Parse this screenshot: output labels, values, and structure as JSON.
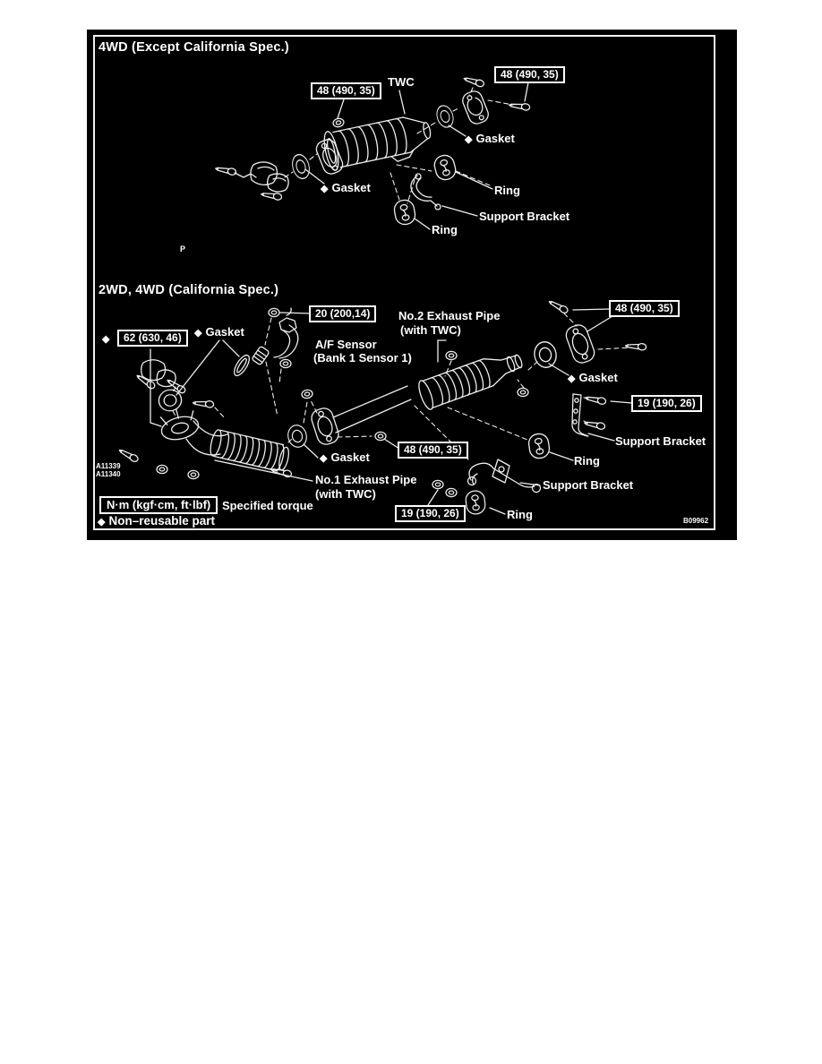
{
  "icons": {
    "diamond": "◆"
  },
  "colors": {
    "page_bg": "#ffffff",
    "panel_bg": "#000000",
    "line": "#ededed",
    "text": "#ffffff"
  },
  "top_section": {
    "title": "4WD (Except California Spec.)",
    "torque_bolt_left": "48 (490, 35)",
    "twc": "TWC",
    "torque_bolt_right": "48 (490, 35)",
    "gasket_right": "Gasket",
    "gasket_left": "Gasket",
    "ring_upper": "Ring",
    "support_bracket": "Support Bracket",
    "ring_lower": "Ring",
    "stray_mark": "P"
  },
  "bottom_section": {
    "title": "2WD, 4WD (California Spec.)",
    "torque_flange_62": "62 (630, 46)",
    "gasket_upper_left": "Gasket",
    "torque_sensor_20": "20 (200,14)",
    "af_sensor": "A/F Sensor",
    "af_sensor_sub": "(Bank 1 Sensor 1)",
    "no2_pipe": "No.2 Exhaust Pipe",
    "no2_pipe_sub": "(with TWC)",
    "torque_48_right": "48 (490, 35)",
    "gasket_right": "Gasket",
    "torque_19_right": "19 (190, 26)",
    "support_bracket_right": "Support Bracket",
    "ring_right": "Ring",
    "support_bracket_lower": "Support Bracket",
    "ring_lower": "Ring",
    "gasket_center": "Gasket",
    "no1_pipe": "No.1 Exhaust Pipe",
    "no1_pipe_sub": "(with TWC)",
    "torque_48_center": "48 (490, 35)",
    "torque_19_center": "19 (190, 26)"
  },
  "legend": {
    "torque_units": "N·m (kgf·cm, ft·lbf)",
    "torque_description": ": Specified torque",
    "non_reusable": "Non–reusable part"
  },
  "figure_codes": {
    "left_1": "A11339",
    "left_2": "A11340",
    "right": "B09962"
  }
}
